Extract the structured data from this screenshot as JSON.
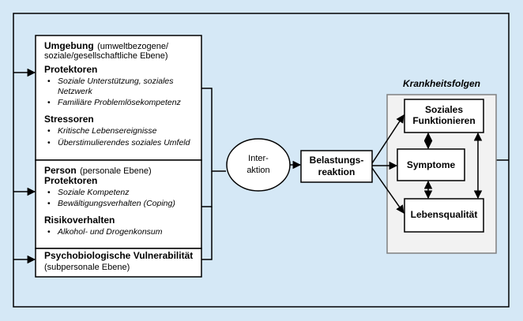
{
  "colors": {
    "background": "#d5e8f6",
    "box_fill": "#ffffff",
    "outcome_panel_fill": "#f2f2f2",
    "outcome_panel_border": "#808080",
    "line": "#000000"
  },
  "environment": {
    "title": "Umgebung",
    "subtitle_line1": "(umweltbezogene/",
    "subtitle_line2": "soziale/gesellschaftliche Ebene)",
    "protectors_heading": "Protektoren",
    "protectors": [
      {
        "line1": "Soziale Unterstützung, soziales",
        "line2": "Netzwerk"
      },
      {
        "line1": "Familiäre Problemlösekompetenz"
      }
    ],
    "stressors_heading": "Stressoren",
    "stressors": [
      {
        "line1": "Kritische Lebensereignisse"
      },
      {
        "line1": "Überstimulierendes soziales Umfeld"
      }
    ]
  },
  "person": {
    "title": "Person",
    "subtitle": "(personale Ebene)",
    "protectors_heading": "Protektoren",
    "protectors": [
      {
        "line1": "Soziale Kompetenz"
      },
      {
        "line1": "Bewältigungsverhalten (Coping)"
      }
    ],
    "risk_heading": "Risikoverhalten",
    "risks": [
      {
        "line1": "Alkohol- und Drogenkonsum"
      }
    ]
  },
  "vulnerability": {
    "title": "Psychobiologische Vulnerabilität",
    "subtitle": "(subpersonale Ebene)"
  },
  "interaction": {
    "line1": "Inter-",
    "line2": "aktion"
  },
  "stress_reaction": {
    "line1": "Belastungs-",
    "line2": "reaktion"
  },
  "consequences": {
    "heading": "Krankheitsfolgen",
    "social": {
      "line1": "Soziales",
      "line2": "Funktionieren"
    },
    "symptoms": "Symptome",
    "quality": "Lebensqualität"
  },
  "bullet_char": "•"
}
